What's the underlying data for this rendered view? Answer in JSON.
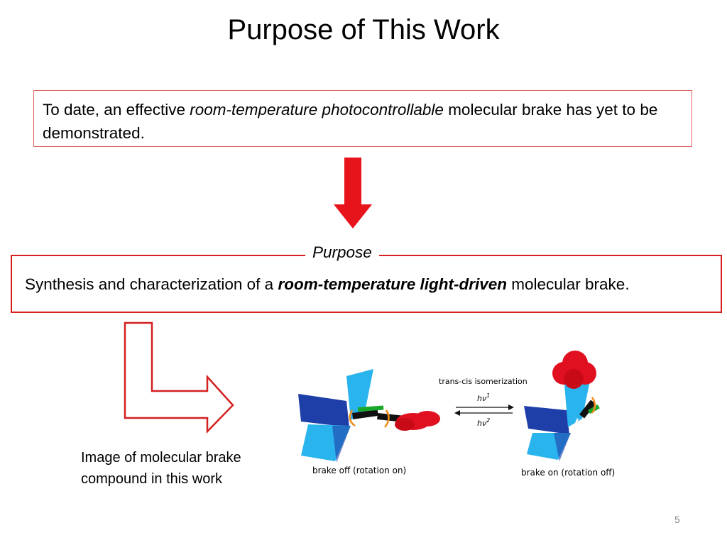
{
  "slide": {
    "title": "Purpose of This Work",
    "page_number": "5"
  },
  "intro": {
    "prefix": "To date, an effective ",
    "emphasis": "room-temperature photocontrollable",
    "suffix": " molecular brake has yet to be demonstrated."
  },
  "purpose": {
    "legend": "Purpose",
    "prefix": "Synthesis and characterization of a ",
    "emphasis": "room-temperature light-driven",
    "suffix": " molecular brake."
  },
  "figure": {
    "caption": "Image of molecular brake compound in this work",
    "isomerization_label": "trans-cis isomerization",
    "forward_label": "hν",
    "forward_sup": "1",
    "reverse_label": "hν",
    "reverse_sup": "2",
    "left_state_label": "brake off (rotation on)",
    "right_state_label": "brake on (rotation off)"
  },
  "colors": {
    "accent_red": "#e8141c",
    "outline_red": "#d42020",
    "triptycene_dark": "#1f3fa8",
    "triptycene_light": "#2ab4ee",
    "photoswitch_red": "#e01020",
    "linker_green": "#1aa82a",
    "rotation_orange": "#f08a1a"
  },
  "icons": {
    "down_arrow": "down-arrow-icon",
    "bent_arrow": "bent-right-arrow-icon",
    "rotation": "rotation-arrow-icon"
  }
}
